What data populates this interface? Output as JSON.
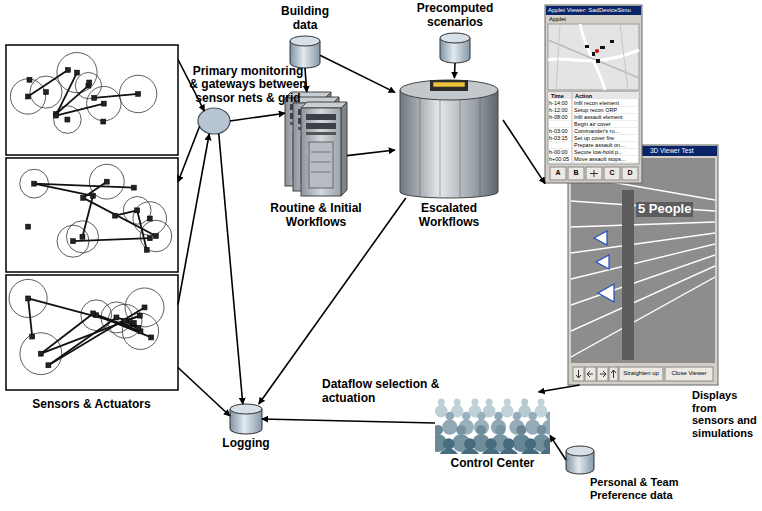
{
  "diagram": {
    "nodes": [
      {
        "text": [
          "Sensors & Actuators"
        ]
      },
      {
        "text": [
          "Primary monitoring & gateways between sensor nets & grid"
        ]
      },
      {
        "text": [
          "Building data"
        ]
      },
      {
        "text": [
          "Precomputed scenarios"
        ]
      },
      {
        "text": [
          "Routine & Initial Workflows"
        ]
      },
      {
        "text": [
          "Escalated Workflows"
        ]
      },
      {
        "text": [
          "Displays from sensors and simulations"
        ]
      },
      {
        "text": [
          "Control Center"
        ]
      },
      {
        "text": [
          "Personal & Team Preference data"
        ]
      },
      {
        "text": [
          "Logging"
        ]
      }
    ],
    "edges": [
      {
        "from": 0,
        "to": 1,
        "arrow": "to"
      },
      {
        "from": 1,
        "to": 0,
        "arrow": "to"
      },
      {
        "from": 0,
        "to": 1,
        "arrow": "to"
      },
      {
        "from": 0,
        "to": 9,
        "arrow": "to"
      },
      {
        "from": 1,
        "to": 9,
        "arrow": "to"
      },
      {
        "from": 1,
        "to": 4,
        "arrow": "to"
      },
      {
        "from": 2,
        "to": 4,
        "arrow": "to"
      },
      {
        "from": 2,
        "to": 5,
        "arrow": "to"
      },
      {
        "from": 3,
        "to": 5,
        "arrow": "to"
      },
      {
        "from": 4,
        "to": 5,
        "arrow": "to"
      },
      {
        "from": 5,
        "to": 6,
        "arrow": "to"
      },
      {
        "from": 6,
        "to": 7,
        "arrow": "to"
      },
      {
        "from": 8,
        "to": 7,
        "arrow": "to"
      },
      {
        "from": 7,
        "to": 9,
        "arrow": "to"
      },
      {
        "from": 5,
        "to": 9,
        "arrow": "to"
      }
    ],
    "labels": [
      "Dataflow selection & actuation",
      "Applet Viewer: SadDeviceSimu",
      "Applet",
      "Time",
      "Action",
      "h-14:00",
      "Infil recon element",
      "h-12:00",
      "Setup recon ORP",
      "h-08:00",
      "Infil assault element",
      "Begin air cover",
      "h-03:00",
      "Commander's ru...",
      "h-03:15",
      "Set up cover fire",
      "Prepare assault on...",
      "h-00:00",
      "Secure low-hold p...",
      "h+00:05",
      "Move assault stops...",
      "A",
      "B",
      "C",
      "D",
      "3D Viewer Test",
      "5 People",
      "Straighten up",
      "Close Viewer"
    ]
  }
}
